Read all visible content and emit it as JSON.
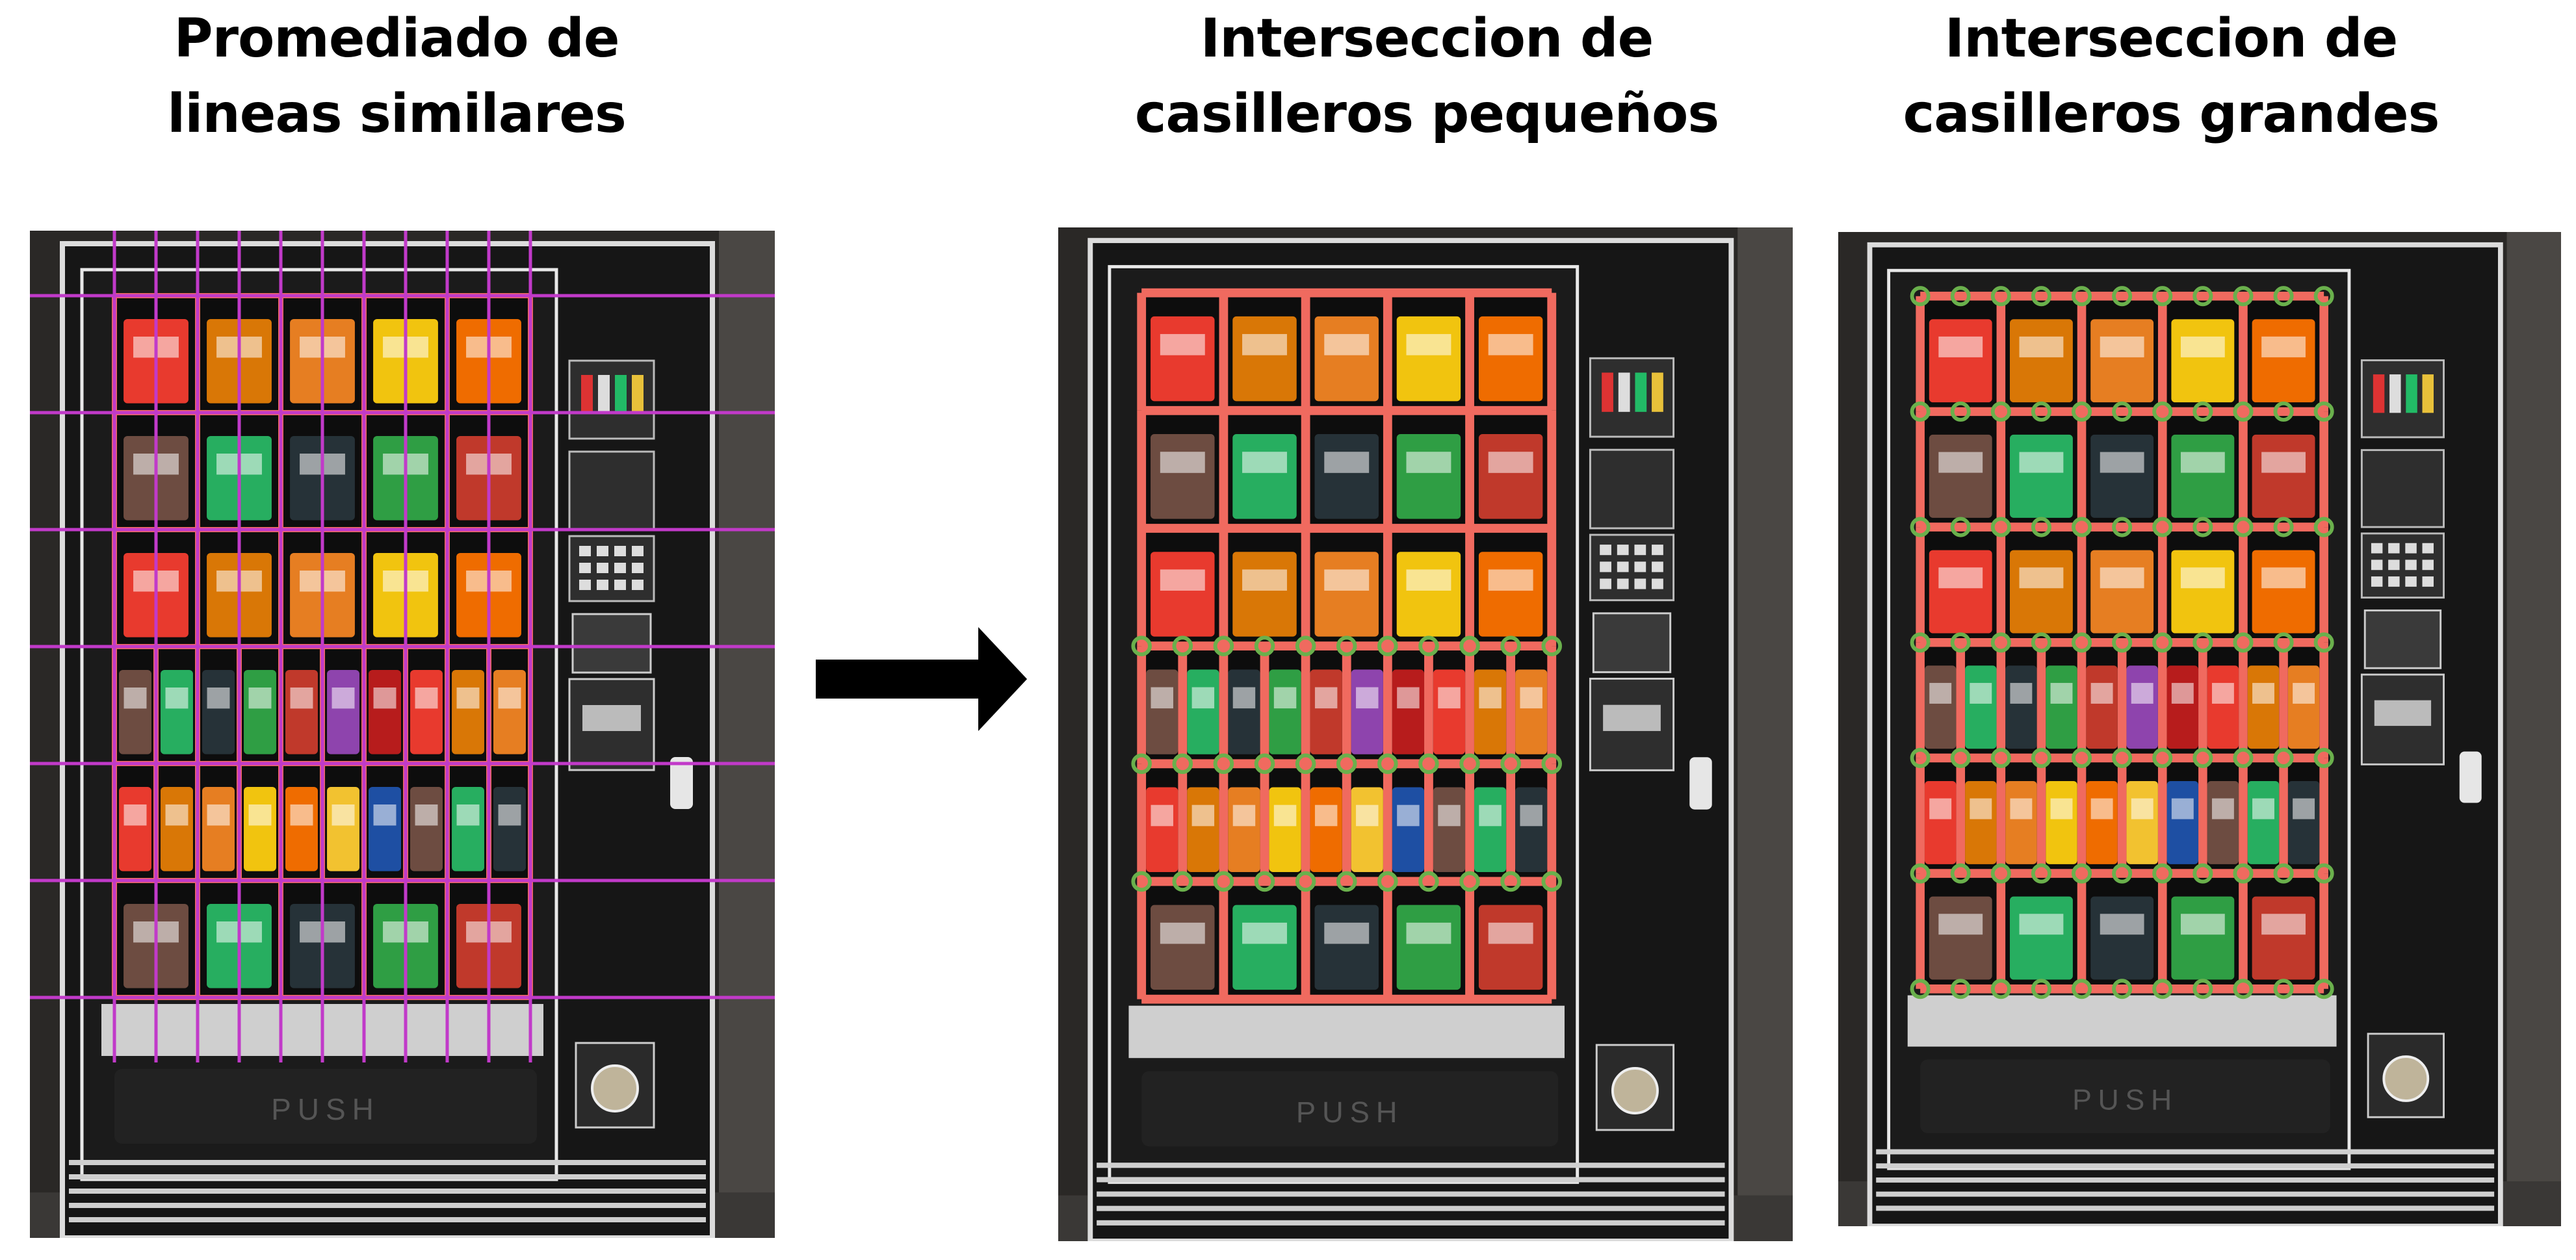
{
  "titles": {
    "left": {
      "line1": "Promediado de",
      "line2": "lineas similares"
    },
    "middle": {
      "line1": "Interseccion de",
      "line2": "casilleros pequeños"
    },
    "right": {
      "line1": "Interseccion de",
      "line2": "casilleros grandes"
    }
  },
  "machine": {
    "push_label": "PUSH"
  },
  "grid": {
    "big_columns": 5,
    "rows": 6,
    "small_rows": [
      3,
      4
    ],
    "small_columns": 10
  },
  "colors": {
    "shelf_lines": "#f06a5f",
    "averaged_lines": "#c13ac9",
    "intersections": "#6ab04c",
    "arrow": "#000000"
  },
  "icons": [
    "arrow-right-icon",
    "coin-return-icon",
    "keypad-icon",
    "bill-acceptor-icon"
  ]
}
